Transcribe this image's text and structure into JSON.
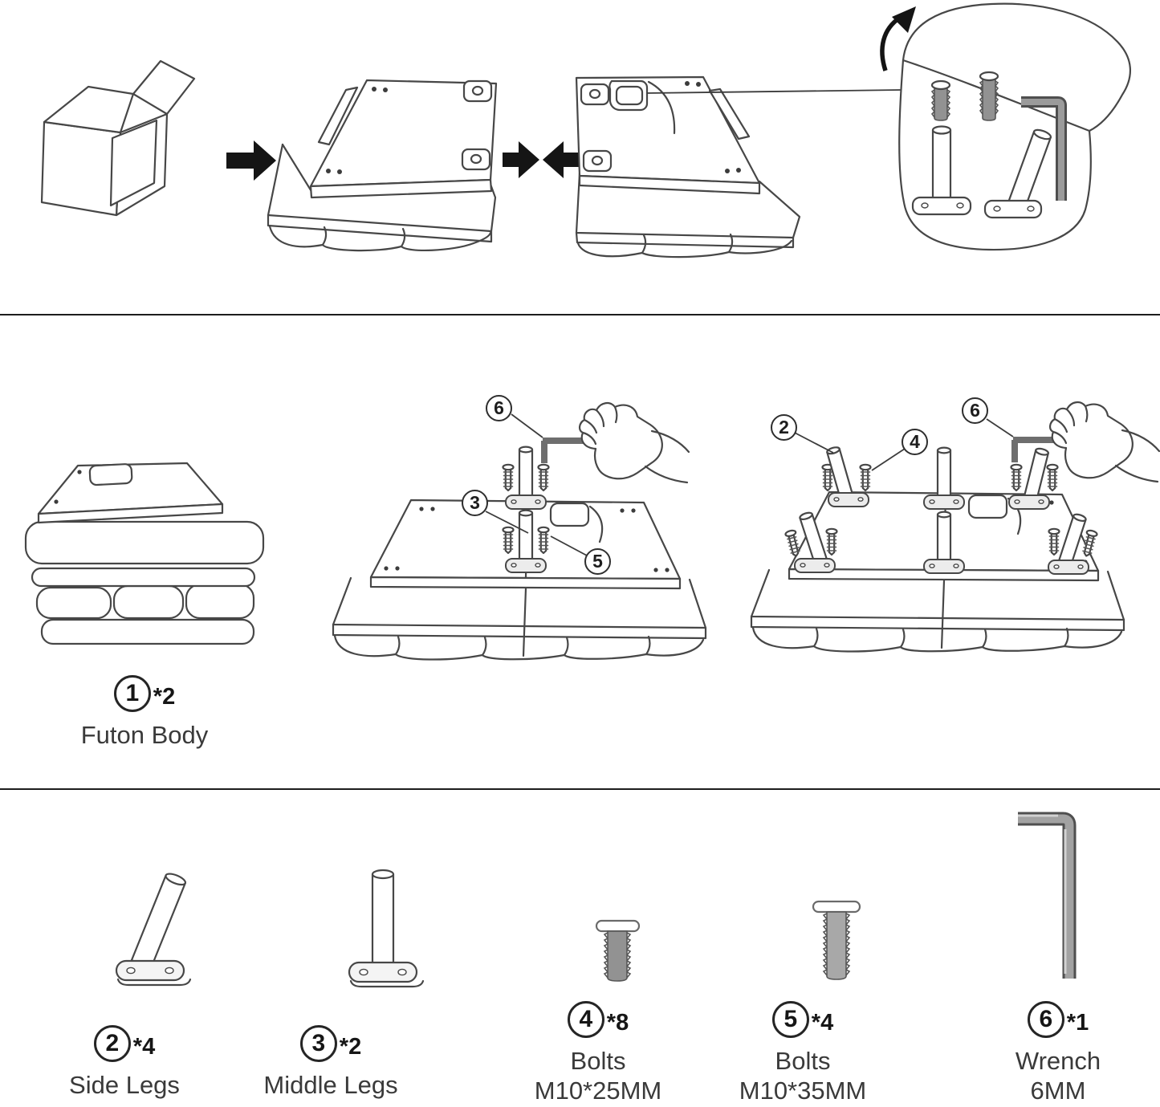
{
  "colors": {
    "line": "#474747",
    "ink": "#1d1d1d",
    "metal_gray": "#929292",
    "background": "#ffffff"
  },
  "callouts": {
    "middle_step": [
      "6",
      "3",
      "5"
    ],
    "right_step": [
      "2",
      "4",
      "6"
    ]
  },
  "parts": [
    {
      "num": "1",
      "qty": "*2",
      "name": "Futon Body"
    },
    {
      "num": "2",
      "qty": "*4",
      "name": "Side Legs"
    },
    {
      "num": "3",
      "qty": "*2",
      "name": "Middle Legs"
    },
    {
      "num": "4",
      "qty": "*8",
      "name": "Bolts",
      "spec": "M10*25MM"
    },
    {
      "num": "5",
      "qty": "*4",
      "name": "Bolts",
      "spec": "M10*35MM"
    },
    {
      "num": "6",
      "qty": "*1",
      "name": "Wrench",
      "spec": "6MM"
    }
  ]
}
